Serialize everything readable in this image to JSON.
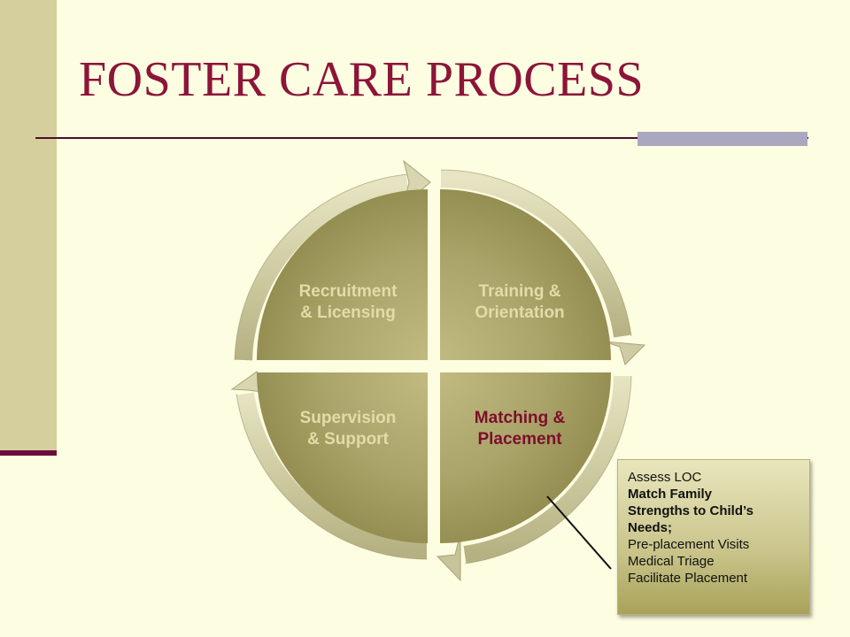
{
  "slide": {
    "title": "FOSTER CARE PROCESS"
  },
  "cycle": {
    "quadrants": [
      {
        "label_line1": "Recruitment",
        "label_line2": "& Licensing"
      },
      {
        "label_line1": "Training &",
        "label_line2": "Orientation"
      },
      {
        "label_line1": "Matching &",
        "label_line2": "Placement"
      },
      {
        "label_line1": "Supervision",
        "label_line2": "& Support"
      }
    ],
    "active_quadrant": "Matching & Placement"
  },
  "callout": {
    "lines": [
      "Assess LOC",
      "Match Family",
      "Strengths to Child’s",
      "Needs;",
      "Pre-placement Visits",
      "Medical Triage",
      "Facilitate Placement"
    ]
  },
  "colors": {
    "background": "#fdfde2",
    "title": "#8c1538",
    "quadrant_fill": "#a8a268",
    "active_label": "#7d0e2c",
    "label": "#e2dca8"
  }
}
